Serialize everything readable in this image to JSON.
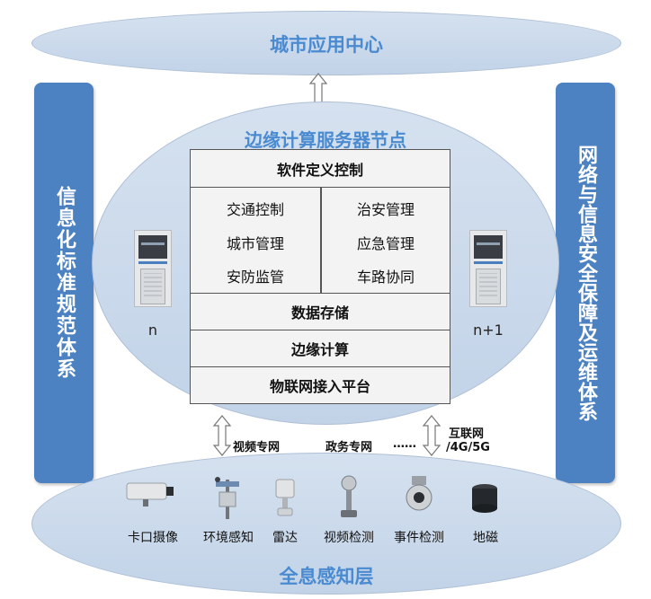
{
  "top_layer": {
    "title": "城市应用中心"
  },
  "edge_node": {
    "title": "边缘计算服务器节点",
    "rows": {
      "software": "软件定义控制",
      "traffic": "交通控制",
      "security_mgmt": "治安管理",
      "city_mgmt": "城市管理",
      "emergency": "应急管理",
      "monitoring": "安防监管",
      "v2x": "车路协同",
      "storage": "数据存储",
      "edge_compute": "边缘计算",
      "iot": "物联网接入平台"
    },
    "left_server_label": "n",
    "right_server_label": "n+1"
  },
  "left_sidebar": {
    "text": "信息化标准规范体系"
  },
  "right_sidebar": {
    "text": "网络与信息安全保障及运维体系"
  },
  "networks": {
    "video": "视频专网",
    "gov": "政务专网",
    "ellipsis": "……",
    "internet_line1": "互联网",
    "internet_line2": "/4G/5G"
  },
  "bottom_layer": {
    "title": "全息感知层",
    "devices": [
      "卡口摄像",
      "环境感知",
      "雷达",
      "视频检测",
      "事件检测",
      "地磁"
    ]
  },
  "colors": {
    "accent_blue": "#4a8ad0",
    "sidebar_blue": "#4d82c2",
    "ellipse_fill": "#c9d8ea"
  }
}
